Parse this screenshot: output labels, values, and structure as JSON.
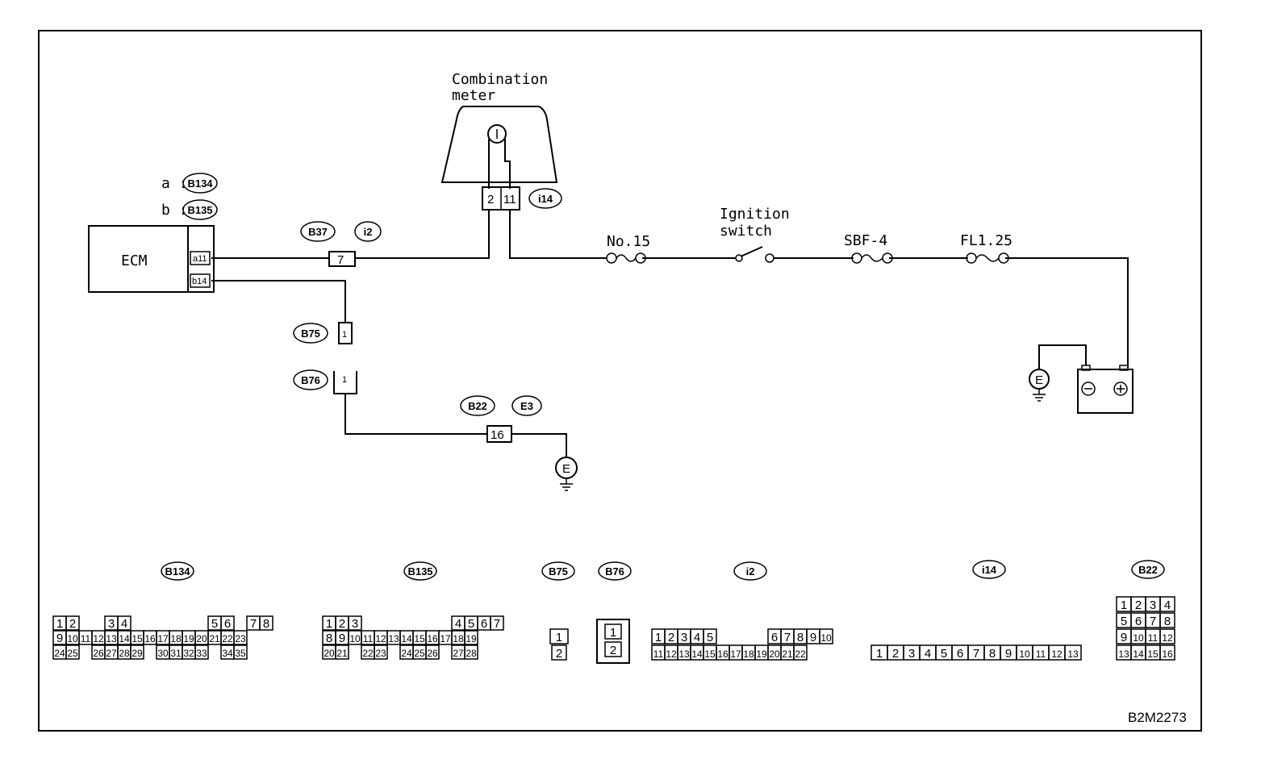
{
  "diagram_id": "B2M2273",
  "components": {
    "combination_meter": "Combination meter",
    "ecm": "ECM",
    "ignition_switch": "Ignition switch",
    "fuse_no15": "No.15",
    "fuse_sbf4": "SBF-4",
    "fuse_fl125": "FL1.25",
    "ground_symbol": "E"
  },
  "ecm_legend": [
    {
      "prefix": "a :",
      "code": "B134"
    },
    {
      "prefix": "b :",
      "code": "B135"
    }
  ],
  "ecm_pins": {
    "top": "a11",
    "bottom": "b14"
  },
  "connector_tags": {
    "b37": "B37",
    "i2": "i2",
    "i14": "i14",
    "b75": "B75",
    "b76": "B76",
    "b22": "B22",
    "e3": "E3"
  },
  "pin_labels": {
    "meter_left": "2",
    "meter_right": "11",
    "b37_pin": "7",
    "b75_pin": "1",
    "b76_pin": "1",
    "b22_pin": "16"
  },
  "connector_views": [
    {
      "code": "B134"
    },
    {
      "code": "B135"
    },
    {
      "code": "B75"
    },
    {
      "code": "B76"
    },
    {
      "code": "i2"
    },
    {
      "code": "i14"
    },
    {
      "code": "B22"
    }
  ]
}
